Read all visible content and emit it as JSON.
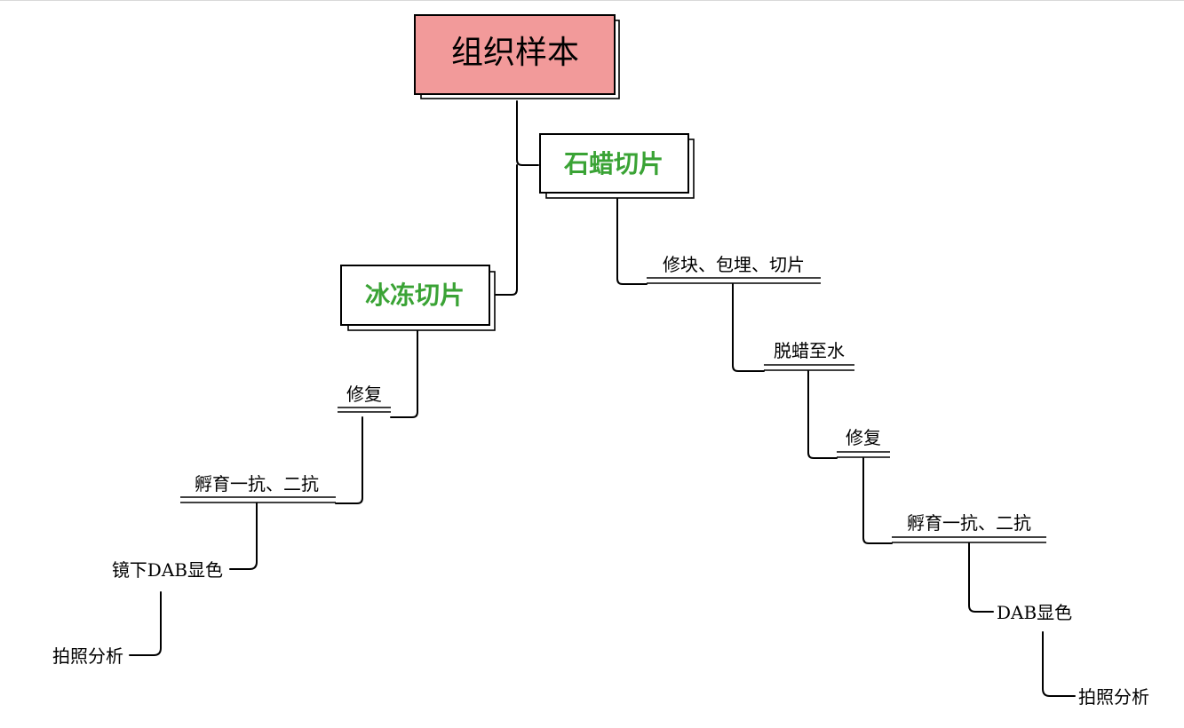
{
  "colors": {
    "root_fill": "#f29a9a",
    "box_fill": "#ffffff",
    "accent_text": "#3aa335",
    "line": "#000000"
  },
  "nodes": {
    "root": "组织样本",
    "paraffin": "石蜡切片",
    "frozen": "冰冻切片"
  },
  "frozen_steps": {
    "repair": "修复",
    "incubate": "孵育一抗、二抗",
    "dab": "镜下DAB显色",
    "photo": "拍照分析"
  },
  "paraffin_steps": {
    "trim": "修块、包埋、切片",
    "dewax": "脱蜡至水",
    "repair": "修复",
    "incubate": "孵育一抗、二抗",
    "dab": "DAB显色",
    "photo": "拍照分析"
  }
}
